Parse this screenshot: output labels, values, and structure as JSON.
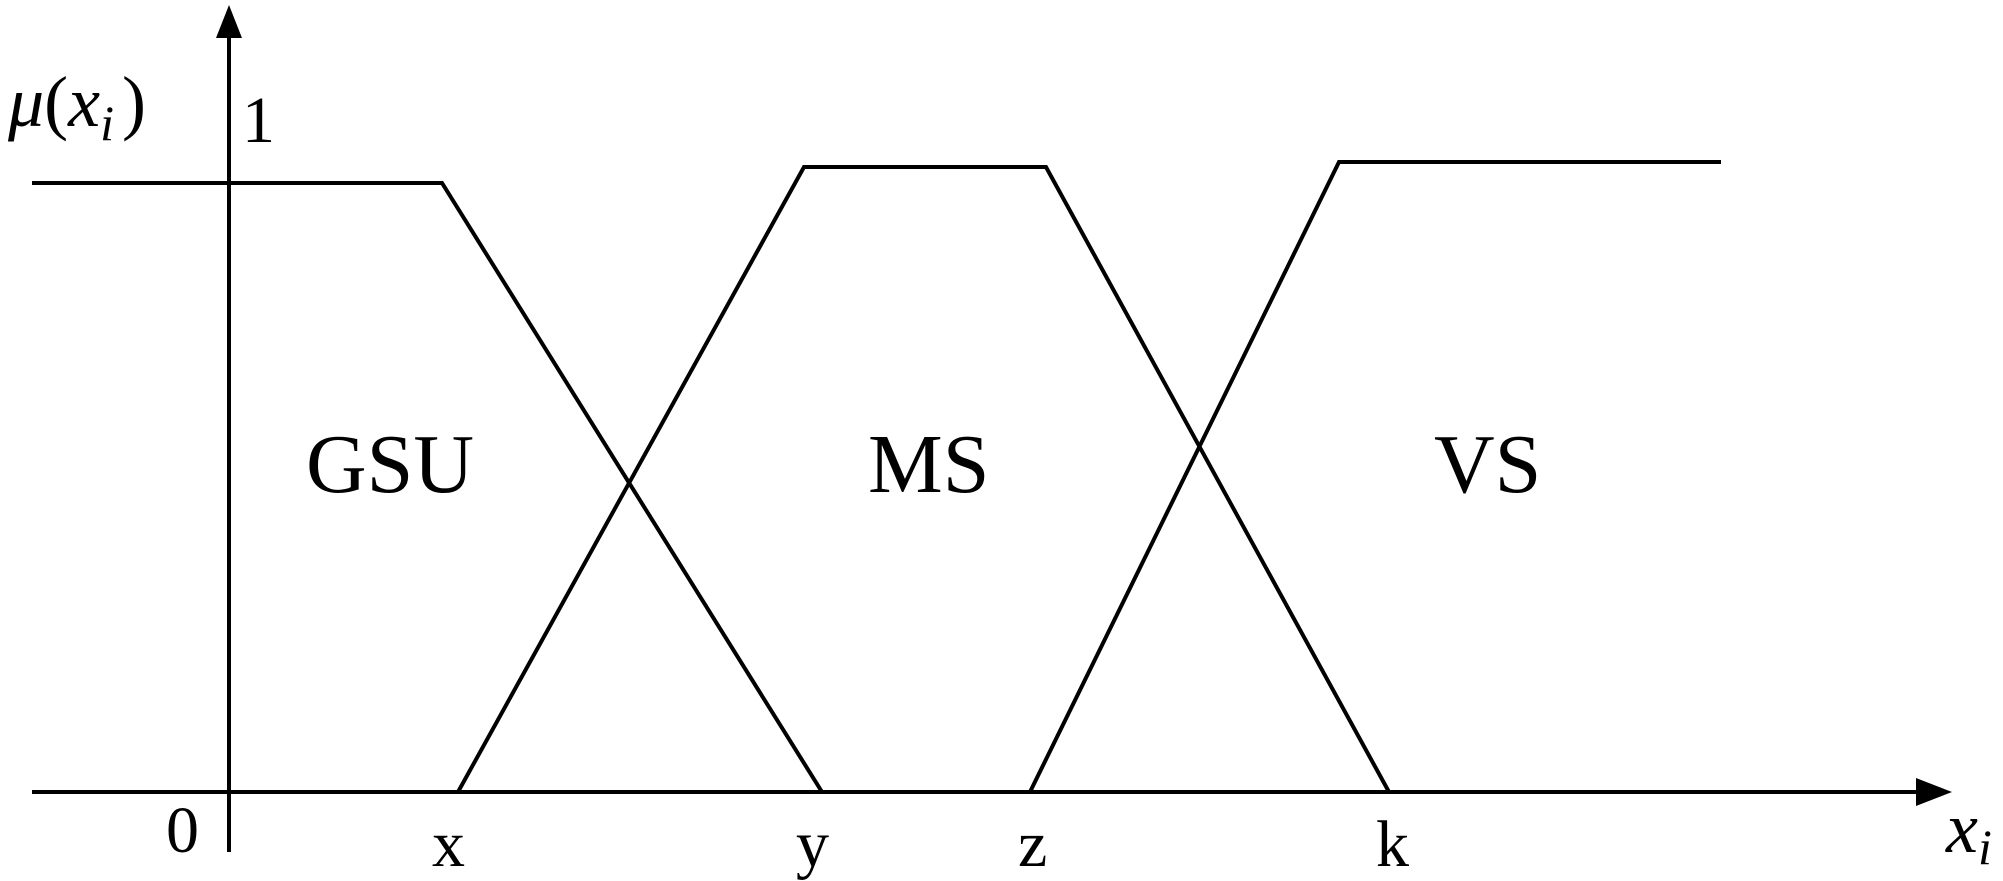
{
  "diagram": {
    "y_axis": {
      "label_symbol": "μ",
      "label_open": "(",
      "label_var": "x",
      "label_sub": "i",
      "label_close": ")",
      "max_label": "1",
      "origin_label": "0"
    },
    "x_axis": {
      "label_var": "x",
      "label_sub": "i",
      "ticks": [
        "x",
        "y",
        "z",
        "k"
      ]
    },
    "regions": [
      "GSU",
      "MS",
      "VS"
    ],
    "line_color": "#000000",
    "background": "#ffffff"
  }
}
